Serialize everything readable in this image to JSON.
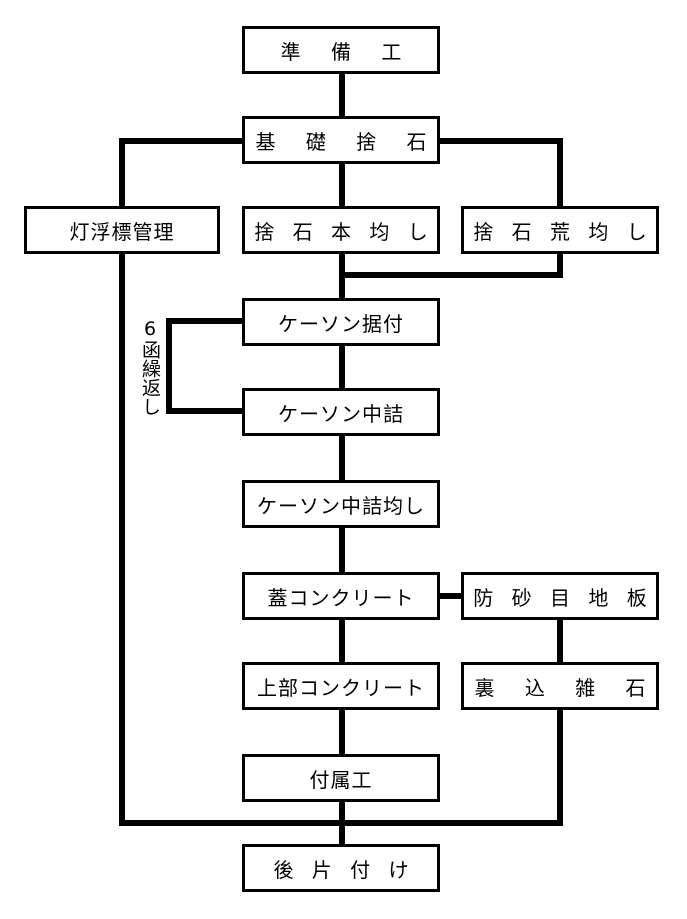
{
  "nodes": {
    "preparation": "準 備 工",
    "foundation_rubble": "基 礎 捨 石",
    "buoy_management": "灯浮標管理",
    "rubble_fine_leveling": "捨 石 本 均 し",
    "rubble_rough_leveling": "捨 石 荒 均 し",
    "caisson_installation": "ケーソン据付",
    "caisson_filling": "ケーソン中詰",
    "caisson_filling_leveling": "ケーソン中詰均し",
    "lid_concrete": "蓋コンクリート",
    "sand_prevention_board": "防 砂 目 地 板",
    "upper_concrete": "上部コンクリート",
    "backfill_rubble": "裏 込 雑 石",
    "appurtenant_work": "付属工",
    "cleanup": "後 片 付 け"
  },
  "loop_label": "6函繰返し"
}
